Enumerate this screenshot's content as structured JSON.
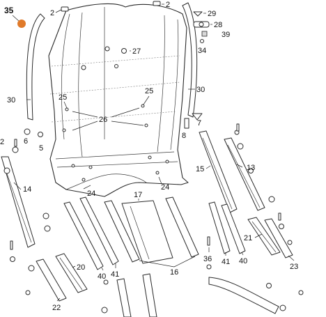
{
  "diagram": {
    "ref_marker": {
      "label": "35",
      "color": "#e07a2a"
    },
    "callouts": {
      "c2a": "2",
      "c2b": "2",
      "c29": "29",
      "c28": "28",
      "c39": "39",
      "c34": "34",
      "c27": "27",
      "c30a": "30",
      "c30b": "30",
      "c25a": "25",
      "c25b": "25",
      "c26": "26",
      "c8": "8",
      "c7": "7",
      "c6": "6",
      "c5": "5",
      "c2c": "2",
      "c14": "14",
      "c15": "15",
      "c13": "13",
      "c24a": "24",
      "c24b": "24",
      "c17": "17",
      "c16": "16",
      "c21": "21",
      "c36": "36",
      "c41a": "41",
      "c41b": "41",
      "c40a": "40",
      "c40b": "40",
      "c20": "20",
      "c22": "22",
      "c23": "23"
    }
  }
}
